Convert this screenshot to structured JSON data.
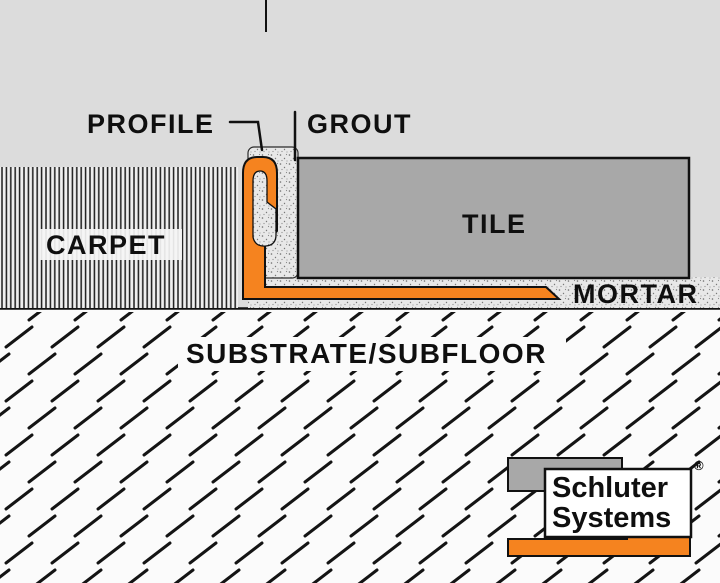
{
  "labels": {
    "profile": "PROFILE",
    "grout": "GROUT",
    "carpet": "CARPET",
    "tile": "TILE",
    "mortar": "MORTAR",
    "substrate": "SUBSTRATE/SUBFLOOR"
  },
  "logo": {
    "line1": "Schluter",
    "line2": "Systems",
    "registered_mark": "®"
  },
  "colors": {
    "background": "#dcdcdc",
    "tile_gray": "#a8a8a8",
    "profile_orange": "#f5831f",
    "substrate_white": "#fbfbfb",
    "ink": "#111111"
  }
}
